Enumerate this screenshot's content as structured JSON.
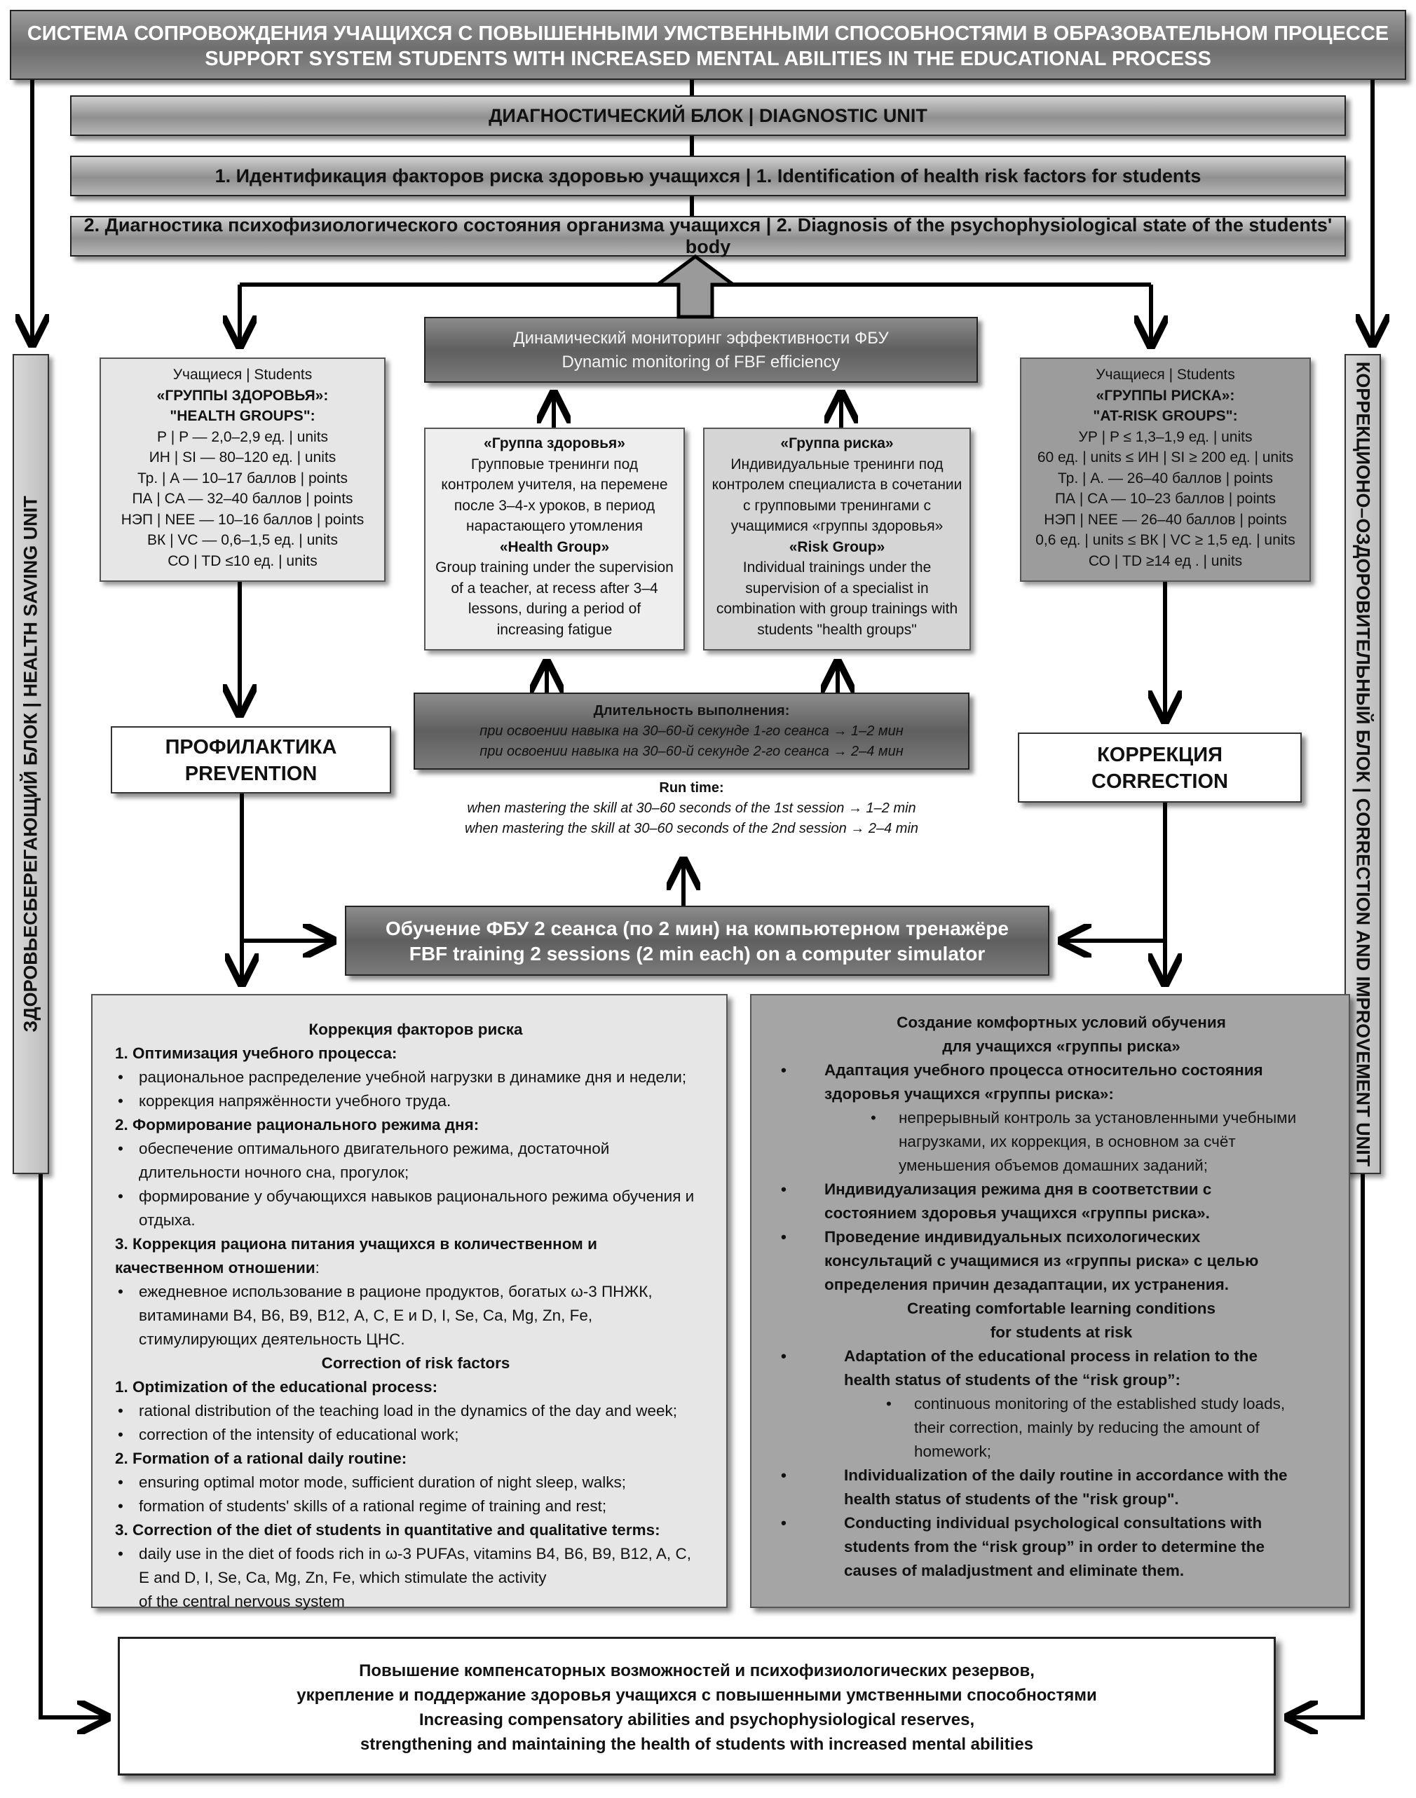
{
  "title": {
    "ru": "СИСТЕМА СОПРОВОЖДЕНИЯ УЧАЩИХСЯ С ПОВЫШЕННЫМИ УМСТВЕННЫМИ СПОСОБНОСТЯМИ В ОБРАЗОВАТЕЛЬНОМ ПРОЦЕССЕ",
    "en": "SUPPORT SYSTEM STUDENTS WITH INCREASED MENTAL ABILITIES IN THE EDUCATIONAL PROCESS"
  },
  "diagnostic": {
    "unit": "ДИАГНОСТИЧЕСКИЙ БЛОК | DIAGNOSTIC UNIT",
    "step1": "1. Идентификация факторов риска здоровью учащихся | 1. Identification of health risk factors for students",
    "step2": "2. Диагностика психофизиологического состояния организма учащихся | 2. Diagnosis of the psychophysiological state of the students' body"
  },
  "side": {
    "left": "ЗДОРОВЬЕСБЕРЕГАЮЩИЙ БЛОК | HEALTH SAVING UNIT",
    "right": "КОРРЕКЦИОНО–ОЗДОРОВИТЕЛЬНЫЙ БЛОК | CORRECTION AND IMPROVEMENT UNIT"
  },
  "monitoring": {
    "ru": "Динамический мониторинг эффективности ФБУ",
    "en": "Dynamic monitoring of FBF efficiency"
  },
  "health_groups": {
    "lines": [
      "Учащиеся | Students",
      "«ГРУППЫ ЗДОРОВЬЯ»:",
      "\"HEALTH GROUPS\":",
      "Р | P — 2,0–2,9 ед. | units",
      "ИН | SI — 80–120 ед. | units",
      "Тр. | A — 10–17 баллов | points",
      "ПА | CA — 32–40 баллов | points",
      "НЭП | NEE — 10–16 баллов | points",
      "ВК | VC — 0,6–1,5 ед. | units",
      "СО | TD ≤10 ед. | units"
    ]
  },
  "risk_groups": {
    "lines": [
      "Учащиеся | Students",
      "«ГРУППЫ РИСКА»:",
      "\"AT-RISK GROUPS\":",
      "УР | P ≤ 1,3–1,9 ед. | units",
      "60 ед. | units ≤ ИН | SI ≥ 200 ед. | units",
      "Тр. | A. — 26–40 баллов | points",
      "ПА | CA — 10–23 баллов | points",
      "НЭП | NEE — 26–40 баллов | points",
      "0,6 ед. | units ≤ ВК | VC ≥ 1,5 ед. | units",
      "СО | TD ≥14 ед . | units"
    ]
  },
  "health_training": {
    "lines": [
      "«Группа здоровья»",
      "Групповые тренинги под",
      "контролем учителя, на перемене",
      "после 3–4-х уроков, в период",
      "нарастающего утомления",
      "«Health Group»",
      "Group training under the supervision",
      "of a teacher, at recess after 3–4",
      "lessons, during a period of",
      "increasing fatigue"
    ]
  },
  "risk_training": {
    "lines": [
      "«Группа риска»",
      "Индивидуальные тренинги под",
      "контролем специалиста в сочетании",
      "с групповыми тренингами с",
      "учащимися «группы здоровья»",
      "«Risk Group»",
      "Individual trainings under the",
      "supervision of a specialist in",
      "combination with group trainings with",
      "students \"health groups\""
    ]
  },
  "duration": {
    "title": "Длительность выполнения:",
    "line1": "при освоении навыка на 30–60-й секунде 1-го сеанса → 1–2 мин",
    "line2": "при освоении навыка на 30–60-й секунде 2-го сеанса → 2–4 мин"
  },
  "runtime": {
    "title": "Run time:",
    "line1": "when mastering the skill at 30–60 seconds of the 1st session → 1–2 min",
    "line2": "when mastering the skill at 30–60 seconds of the 2nd session → 2–4 min"
  },
  "prevention": {
    "ru": "ПРОФИЛАКТИКА",
    "en": "PREVENTION"
  },
  "correction": {
    "ru": "КОРРЕКЦИЯ",
    "en": "CORRECTION"
  },
  "training": {
    "ru": "Обучение ФБУ 2 сеанса (по 2 мин) на компьютерном тренажёре",
    "en": "FBF training 2 sessions (2 min each) on a computer simulator"
  },
  "risk_factors": {
    "lines": [
      "Коррекция факторов риска",
      "1. Оптимизация учебного процесса:",
      "рациональное распределение учебной нагрузки в динамике дня и недели;",
      "коррекция напряжённости учебного труда.",
      "2. Формирование рационального режима дня:",
      "обеспечение оптимального двигательного режима, достаточной",
      "длительности ночного сна, прогулок;",
      "формирование у обучающихся навыков рационального режима обучения  и",
      "отдыха.",
      "3. Коррекция рациона питания учащихся в количественном и",
      "качественном отношении",
      "ежедневное использование в рационе продуктов, богатых ω-3 ПНЖК,",
      "витаминами В4, В6, В9, В12, А, С, Е и D, I, Se, Ca, Mg, Zn, Fe,",
      "стимулирующих деятельность ЦНС.",
      "Correction of risk factors",
      "1. Optimization of the educational process:",
      "rational distribution of the teaching load in the dynamics of the day and week;",
      "correction of the intensity of educational work;",
      "2. Formation of a rational daily routine:",
      "ensuring optimal motor mode, sufficient duration of night sleep, walks;",
      "formation of students' skills of a rational regime of training and rest;",
      "3. Correction of the diet of students in quantitative and qualitative terms:",
      "daily use in the diet of foods rich in ω-3 PUFAs, vitamins B4, B6, B9, B12, A, C,",
      "E and D, I, Se, Ca, Mg, Zn, Fe, which stimulate the activity",
      "of the central nervous system"
    ]
  },
  "comfort": {
    "lines": [
      "Создание комфортных условий обучения",
      "для учащихся «группы риска»",
      "Адаптация учебного процесса относительно состояния",
      "здоровья учащихся «группы риска»:",
      "непрерывный контроль за установленными учебными",
      "нагрузками, их коррекция, в основном за счёт",
      "уменьшения объемов домашних заданий;",
      "Индивидуализация режима дня в соответствии с",
      "состоянием здоровья учащихся «группы риска».",
      "Проведение индивидуальных психологических",
      "консультаций с учащимися из «группы риска» с целью",
      "определения причин дезадаптации, их устранения.",
      "Creating comfortable learning conditions",
      "for students at risk",
      "Adaptation of the educational process in relation to the",
      "health status of students of the “risk group”:",
      "continuous monitoring of the established study loads,",
      "their correction, mainly by reducing the amount of",
      "homework;",
      "Individualization of the daily routine in accordance with the",
      "health status of students of the \"risk group\".",
      "Conducting individual psychological consultations with",
      "students from the “risk group” in order to determine the",
      "causes of maladjustment and eliminate them."
    ]
  },
  "outcome": {
    "lines": [
      "Повышение компенсаторных возможностей и психофизиологических резервов,",
      "укрепление и поддержание здоровья учащихся с повышенными умственными способностями",
      "Increasing compensatory abilities and psychophysiological reserves,",
      "strengthening and maintaining the health of students with increased mental abilities"
    ]
  },
  "colors": {
    "dark_fill": "#6e6e6e",
    "light_fill": "#e6e6e6",
    "arrow": "#000000"
  }
}
